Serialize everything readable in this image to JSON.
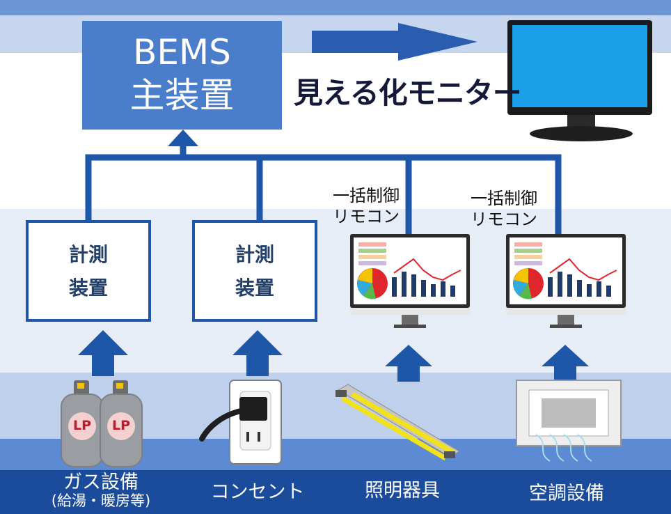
{
  "main_unit": {
    "line1": "BEMS",
    "line2": "主装置"
  },
  "monitor_title": "見える化モニター",
  "measuring_devices": [
    {
      "line1": "計測",
      "line2": "装置"
    },
    {
      "line1": "計測",
      "line2": "装置"
    }
  ],
  "remotes": [
    {
      "line1": "一括制御",
      "line2": "リモコン"
    },
    {
      "line1": "一括制御",
      "line2": "リモコン"
    }
  ],
  "gas_cylinder_label": "LP",
  "devices": [
    {
      "label": "ガス設備",
      "sub": "(給湯・暖房等)"
    },
    {
      "label": "コンセント"
    },
    {
      "label": "照明器具"
    },
    {
      "label": "空調設備"
    }
  ],
  "colors": {
    "accent": "#1f57a8",
    "main_box": "#4a7ecb",
    "bottom_band": "#1a4c9b",
    "light_band": "#d6e1f2"
  }
}
